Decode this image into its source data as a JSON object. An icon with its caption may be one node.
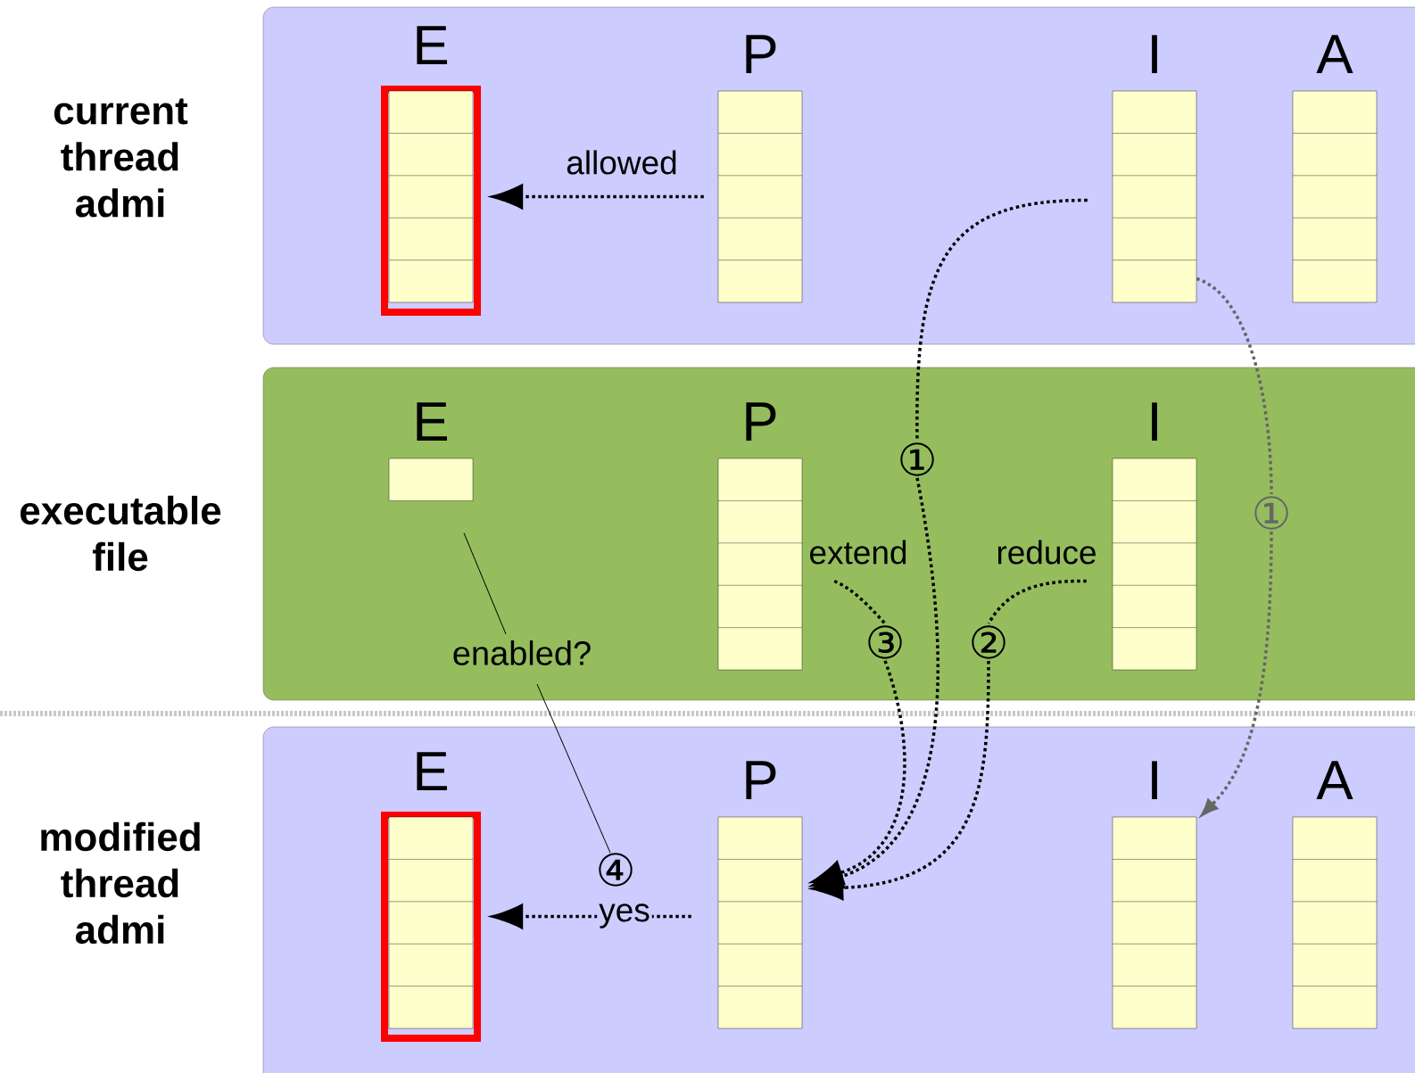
{
  "diagram": {
    "nodes": [
      {
        "text": [
          "current thread admi"
        ]
      },
      {
        "text": [
          "E"
        ],
        "in": 0
      },
      {
        "text": [
          "P"
        ],
        "in": 0
      },
      {
        "text": [
          "I"
        ],
        "in": 0
      },
      {
        "text": [
          "A"
        ],
        "in": 0
      },
      {
        "text": [
          "executable file"
        ]
      },
      {
        "text": [
          "E"
        ],
        "in": 5
      },
      {
        "text": [
          "P"
        ],
        "in": 5
      },
      {
        "text": [
          "I"
        ],
        "in": 5
      },
      {
        "text": [
          "modified thread admi"
        ]
      },
      {
        "text": [
          "E"
        ],
        "in": 9
      },
      {
        "text": [
          "P"
        ],
        "in": 9
      },
      {
        "text": [
          "I"
        ],
        "in": 9
      },
      {
        "text": [
          "A"
        ],
        "in": 9
      },
      {
        "text": [
          "①"
        ],
        "in": 5
      },
      {
        "text": [
          "①"
        ],
        "in": 5
      },
      {
        "text": [
          "③"
        ],
        "in": 5
      },
      {
        "text": [
          "②"
        ],
        "in": 5
      },
      {
        "text": [
          "enabled?"
        ],
        "in": 5
      },
      {
        "text": [
          "④"
        ],
        "in": 9
      }
    ],
    "edges": [
      {
        "from": 2,
        "to": 1,
        "arrow": "to",
        "label": "allowed",
        "style": "dashed"
      },
      {
        "from": 3,
        "to": 14,
        "arrow": "none",
        "style": "dashed"
      },
      {
        "from": 14,
        "to": 11,
        "arrow": "to",
        "style": "dashed"
      },
      {
        "from": 3,
        "to": 15,
        "arrow": "none",
        "style": "dashed",
        "color": "#666666"
      },
      {
        "from": 15,
        "to": 12,
        "arrow": "to",
        "style": "dashed",
        "color": "#666666"
      },
      {
        "from": 8,
        "to": 17,
        "arrow": "none",
        "label": "reduce",
        "style": "dashed"
      },
      {
        "from": 17,
        "to": 11,
        "arrow": "to",
        "style": "dashed"
      },
      {
        "from": 7,
        "to": 16,
        "arrow": "none",
        "label": "extend",
        "style": "dashed"
      },
      {
        "from": 16,
        "to": 11,
        "arrow": "to",
        "style": "dashed"
      },
      {
        "from": 6,
        "to": 18,
        "arrow": "none"
      },
      {
        "from": 18,
        "to": 19,
        "arrow": "none"
      },
      {
        "from": 11,
        "to": 10,
        "arrow": "to",
        "label": "yes",
        "style": "dashed"
      }
    ]
  }
}
